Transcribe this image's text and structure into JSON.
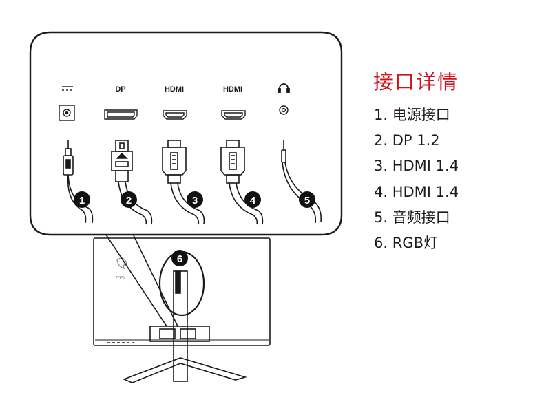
{
  "ports": [
    {
      "num": "1",
      "label": "",
      "icon": "dc-power-icon"
    },
    {
      "num": "2",
      "label": "DP",
      "icon": "displayport-icon"
    },
    {
      "num": "3",
      "label": "HDMI",
      "icon": "hdmi-icon"
    },
    {
      "num": "4",
      "label": "HDMI",
      "icon": "hdmi-icon"
    },
    {
      "num": "5",
      "label": "",
      "icon": "headphone-icon"
    }
  ],
  "rgb_badge": "6",
  "monitor": {
    "logo_text": "msi"
  },
  "legend": {
    "title": "接口详情",
    "items": [
      "1. 电源接口",
      "2. DP 1.2",
      "3. HDMI 1.4",
      "4. HDMI 1.4",
      "5. 音频接口",
      "6. RGB灯"
    ]
  },
  "colors": {
    "title": "#d0101b",
    "line": "#1a1a1a",
    "badge": "#111111"
  }
}
